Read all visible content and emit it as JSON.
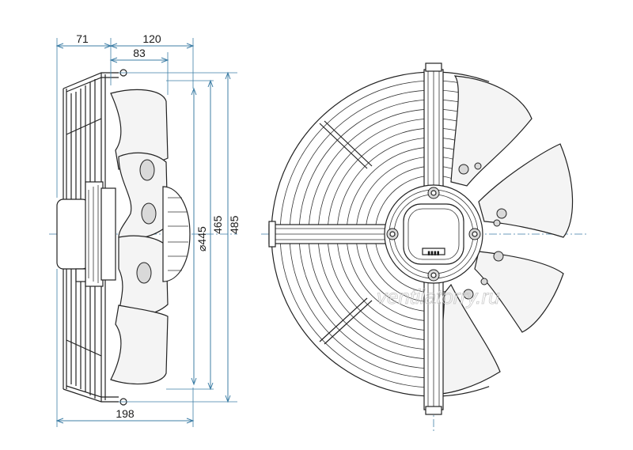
{
  "dimensions": {
    "depth_front": "71",
    "depth_blade": "120",
    "depth_hub": "83",
    "total_depth": "198",
    "diam_445": "445",
    "diam_465": "465",
    "diam_485": "485",
    "diameter_symbol": "⌀"
  },
  "watermark": "ventilatorry.ru",
  "colors": {
    "dimension": "#3f7fa6",
    "ink": "#222222",
    "blade_fill": "#f4f4f4"
  }
}
